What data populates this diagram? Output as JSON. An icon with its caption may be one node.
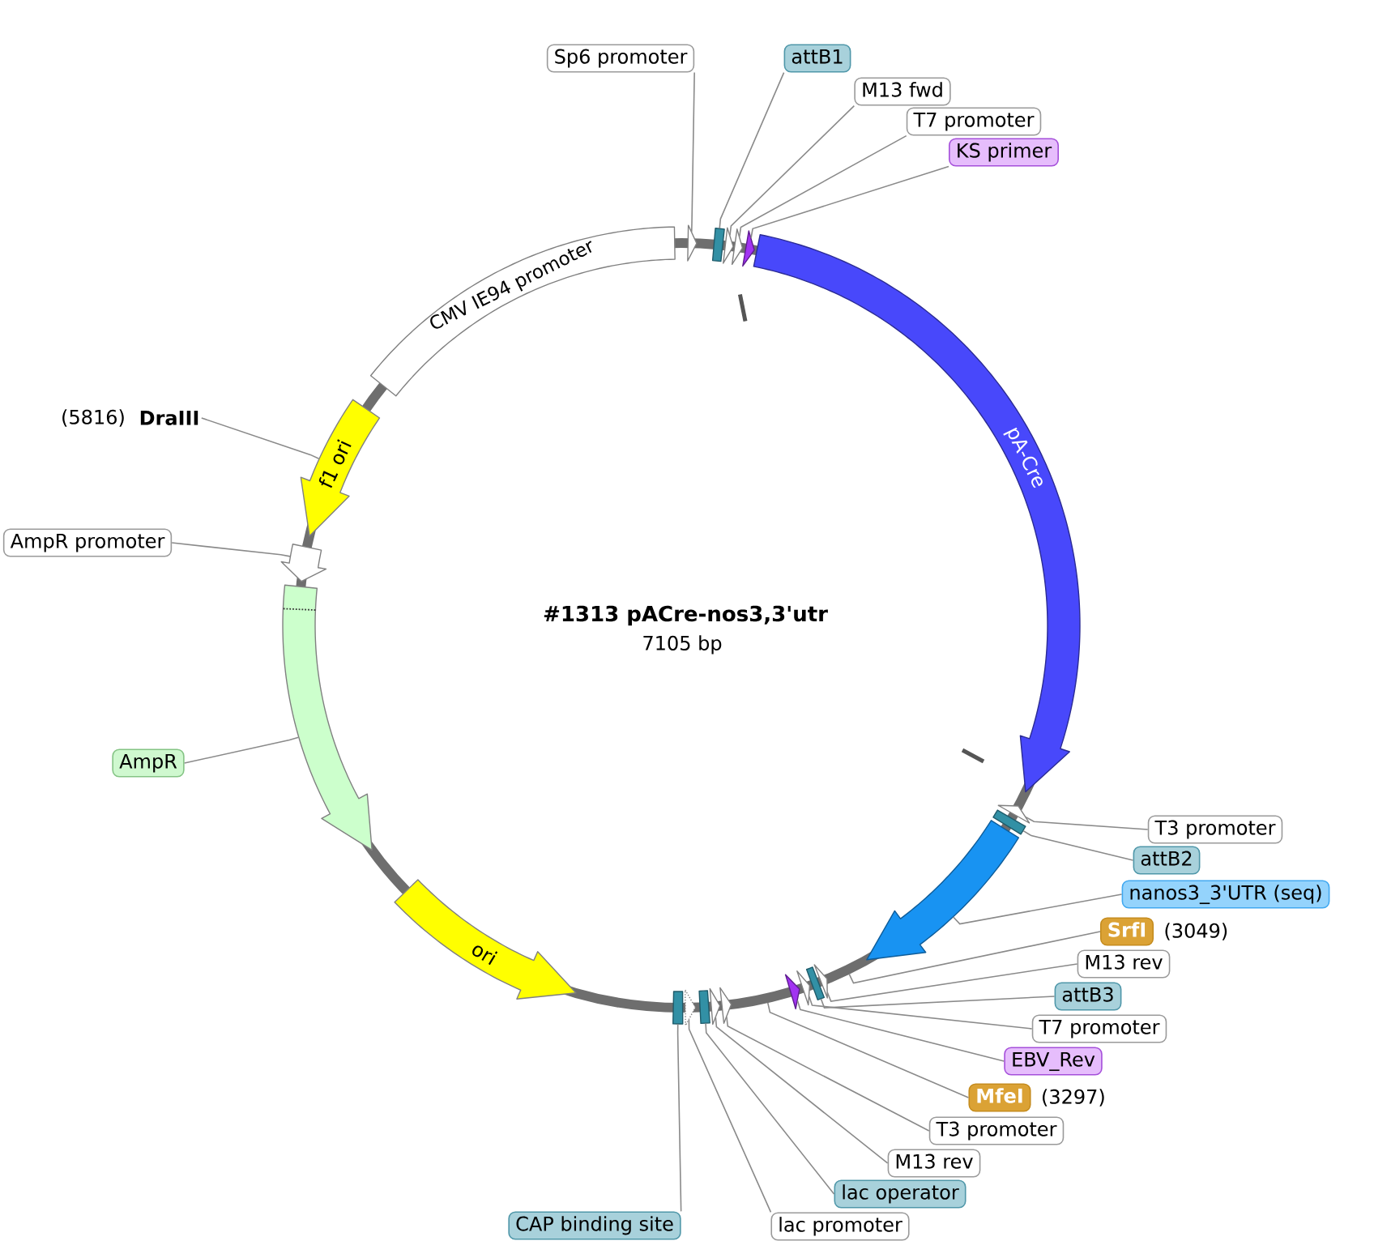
{
  "diagram": {
    "title": "#1313 pACre-nos3,3'utr",
    "nodes": [
      {
        "text": [
          "Sp6 promoter"
        ]
      },
      {
        "text": [
          "attB1"
        ]
      },
      {
        "text": [
          "M13 fwd"
        ]
      },
      {
        "text": [
          "T7 promoter"
        ]
      },
      {
        "text": [
          "KS primer"
        ]
      },
      {
        "text": [
          "CMV IE94 promoter"
        ]
      },
      {
        "text": [],
        "shape": "arrow"
      },
      {
        "text": [],
        "shape": "box"
      },
      {
        "text": [],
        "shape": "arrow"
      },
      {
        "text": [],
        "shape": "arrow"
      },
      {
        "text": [],
        "shape": "arrow"
      },
      {
        "text": [
          "pA-Cre"
        ]
      },
      {
        "text": [
          "DraIII"
        ],
        "beside": [
          "(5816)"
        ]
      },
      {
        "text": [
          "f1 ori"
        ]
      },
      {
        "text": [
          "AmpR promoter"
        ]
      },
      {
        "text": [],
        "shape": "arrow"
      },
      {
        "text": [],
        "shape": "arrow"
      },
      {
        "text": [
          "AmpR"
        ]
      },
      {
        "text": [],
        "shape": "arrow"
      },
      {
        "text": [],
        "shape": "box"
      },
      {
        "text": [
          "T3 promoter"
        ]
      },
      {
        "text": [
          "attB2"
        ]
      },
      {
        "text": [],
        "shape": "arrow"
      },
      {
        "text": [
          "nanos3_3'UTR (seq)"
        ]
      },
      {
        "text": [
          "SrfI"
        ],
        "beside": [
          "(3049)"
        ]
      },
      {
        "text": [
          "ori"
        ]
      },
      {
        "text": [],
        "shape": "arrow"
      },
      {
        "text": [],
        "shape": "box"
      },
      {
        "text": [],
        "shape": "arrow"
      },
      {
        "text": [],
        "shape": "arrow"
      },
      {
        "text": [
          "M13 rev"
        ]
      },
      {
        "text": [
          "attB3"
        ]
      },
      {
        "text": [
          "T7 promoter"
        ]
      },
      {
        "text": [
          "EBV_Rev"
        ]
      },
      {
        "text": [
          "MfeI"
        ],
        "beside": [
          "(3297)"
        ]
      },
      {
        "text": [],
        "shape": "box"
      },
      {
        "text": [],
        "shape": "arrow"
      },
      {
        "text": [],
        "shape": "box"
      },
      {
        "text": [],
        "shape": "arrow"
      },
      {
        "text": [],
        "shape": "arrow"
      },
      {
        "text": [
          "T3 promoter"
        ]
      },
      {
        "text": [
          "M13 rev"
        ]
      },
      {
        "text": [
          "lac operator"
        ]
      },
      {
        "text": [
          "CAP binding site"
        ]
      },
      {
        "text": [
          "lac promoter"
        ]
      }
    ],
    "edges": [
      {
        "from": 0,
        "to": 6,
        "arrow": "none"
      },
      {
        "from": 1,
        "to": 7,
        "arrow": "none"
      },
      {
        "from": 2,
        "to": 8,
        "arrow": "none"
      },
      {
        "from": 3,
        "to": 9,
        "arrow": "none"
      },
      {
        "from": 4,
        "to": 10,
        "arrow": "none"
      },
      {
        "from": 12,
        "to": 13,
        "arrow": "none"
      },
      {
        "from": 14,
        "to": 15,
        "arrow": "none"
      },
      {
        "from": 17,
        "to": 16,
        "arrow": "none"
      },
      {
        "from": 20,
        "to": 18,
        "arrow": "none"
      },
      {
        "from": 21,
        "to": 19,
        "arrow": "none"
      },
      {
        "from": 23,
        "to": 22,
        "arrow": "none"
      },
      {
        "from": 24,
        "to": null,
        "arrow": "none"
      },
      {
        "from": 30,
        "to": 26,
        "arrow": "none"
      },
      {
        "from": 31,
        "to": 27,
        "arrow": "none"
      },
      {
        "from": 32,
        "to": 28,
        "arrow": "none"
      },
      {
        "from": 33,
        "to": 29,
        "arrow": "none"
      },
      {
        "from": 34,
        "to": null,
        "arrow": "none"
      },
      {
        "from": 40,
        "to": 39,
        "arrow": "none"
      },
      {
        "from": 41,
        "to": 38,
        "arrow": "none"
      },
      {
        "from": 42,
        "to": 37,
        "arrow": "none"
      },
      {
        "from": 43,
        "to": 35,
        "arrow": "none"
      },
      {
        "from": 44,
        "to": 36,
        "arrow": "none"
      }
    ],
    "labels": [
      "7105 bp"
    ]
  }
}
